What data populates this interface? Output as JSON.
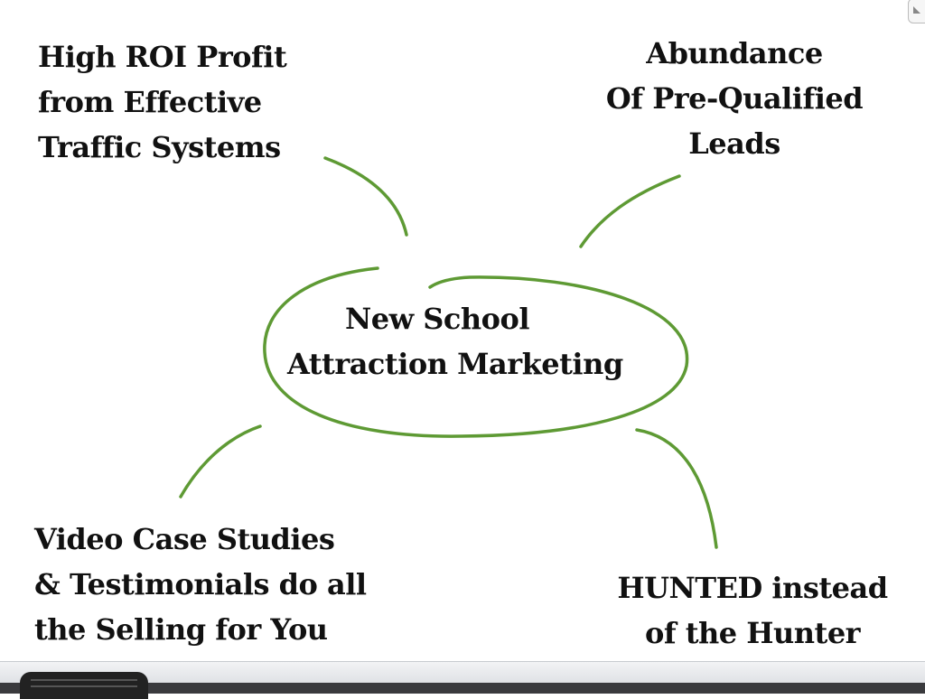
{
  "center": {
    "line1": "New School",
    "line2": "Attraction Marketing"
  },
  "top_left": {
    "line1": "High ROI Profit",
    "line2": "from Effective",
    "line3": "Traffic Systems"
  },
  "top_right": {
    "line1": "Abundance",
    "line2": "Of Pre-Qualified",
    "line3": "Leads"
  },
  "bottom_left": {
    "line1": "Video Case Studies",
    "line2": "& Testimonials do all",
    "line3": "the Selling for You"
  },
  "bottom_right": {
    "line1": "HUNTED instead",
    "line2": "of the Hunter"
  },
  "colors": {
    "stroke": "#5e9a34"
  }
}
